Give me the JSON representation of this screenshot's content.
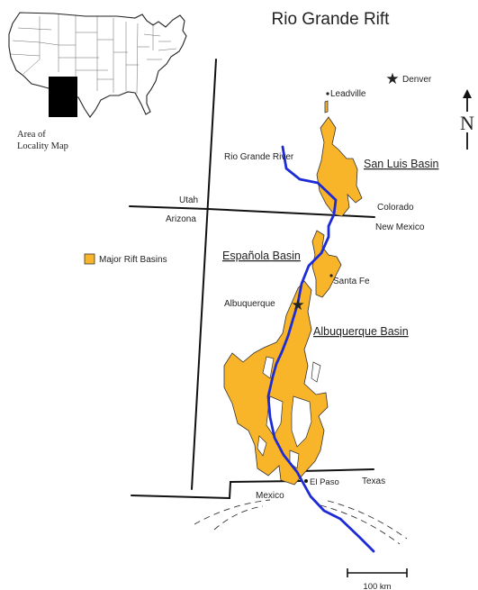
{
  "title": "Rio Grande Rift",
  "inset": {
    "caption_line1": "Area of",
    "caption_line2": "Locality Map"
  },
  "legend": {
    "label": "Major Rift Basins",
    "swatch_color": "#f9b52a"
  },
  "colors": {
    "basin_fill": "#f9b52a",
    "river": "#1d2bd6",
    "boundary": "#111111"
  },
  "north_arrow": {
    "letter": "N"
  },
  "cities": {
    "denver": "Denver",
    "leadville": "Leadville",
    "santa_fe": "Santa Fe",
    "albuquerque": "Albuquerque",
    "el_paso": "El Paso"
  },
  "river": {
    "label": "Rio Grande River"
  },
  "basins": {
    "san_luis": [
      "San",
      "Luis",
      "Basin"
    ],
    "espanola": [
      "Española",
      "Basin"
    ],
    "albuquerque": [
      "Albuquerque",
      "Basin"
    ]
  },
  "states": {
    "utah": "Utah",
    "arizona": "Arizona",
    "colorado": "Colorado",
    "new_mexico": "New Mexico",
    "texas": "Texas",
    "mexico": "Mexico"
  },
  "scale_bar": {
    "label": "100 km"
  }
}
